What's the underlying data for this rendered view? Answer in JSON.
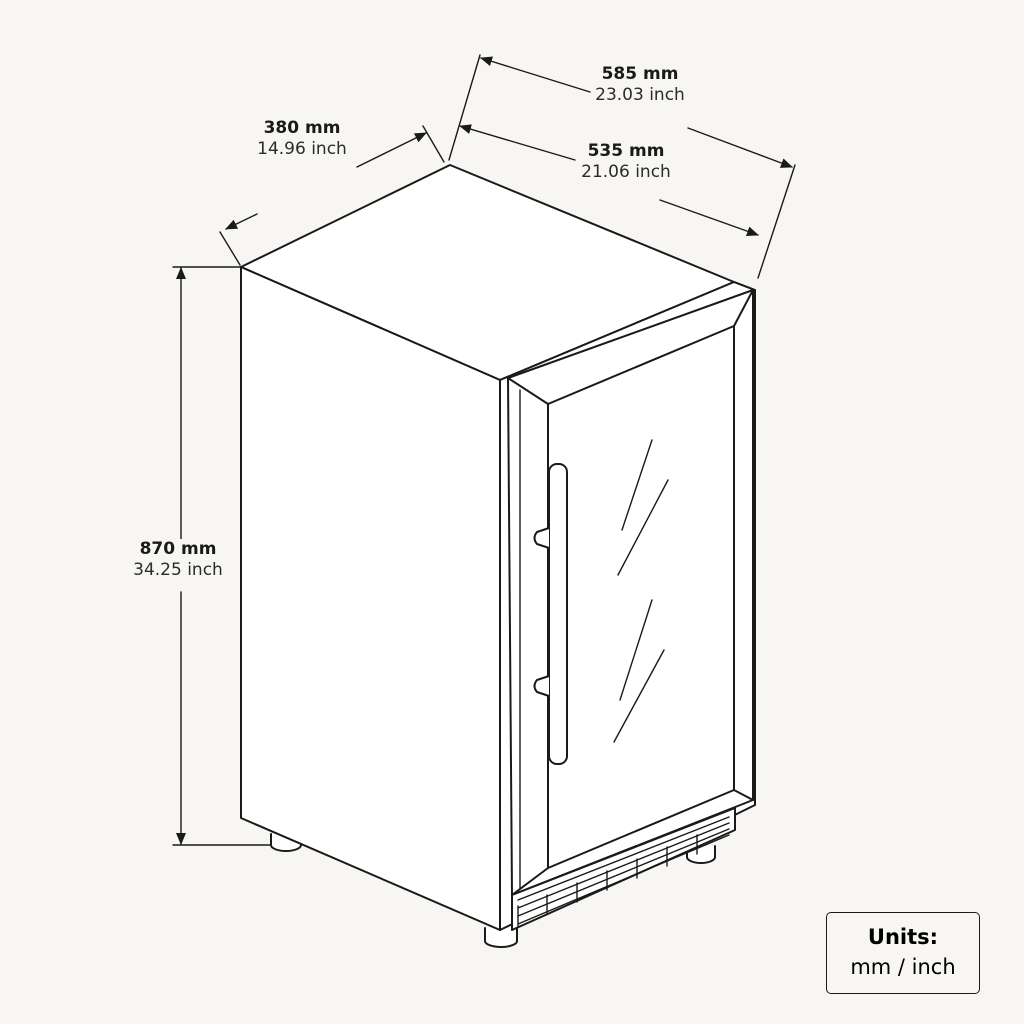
{
  "dimensions": {
    "depth_outer": {
      "mm": "585 mm",
      "inch": "23.03 inch"
    },
    "depth_inner": {
      "mm": "535 mm",
      "inch": "21.06 inch"
    },
    "width": {
      "mm": "380 mm",
      "inch": "14.96 inch"
    },
    "height": {
      "mm": "870 mm",
      "inch": "34.25 inch"
    }
  },
  "units_box": {
    "title": "Units:",
    "value": "mm / inch"
  }
}
